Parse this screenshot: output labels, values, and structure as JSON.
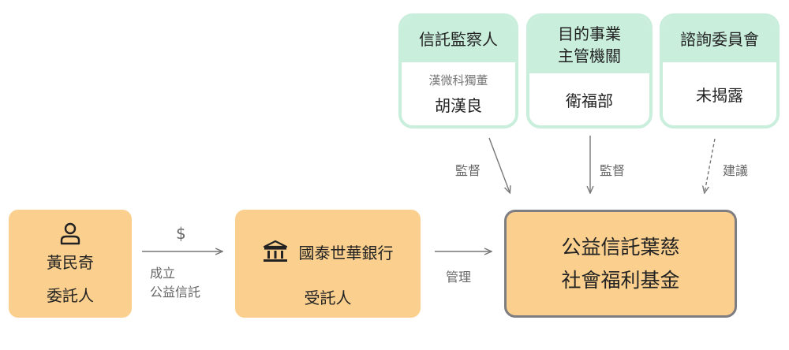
{
  "oversight": [
    {
      "title": "信託監察人",
      "subtitle": "漢微科獨董",
      "value": "胡漢良"
    },
    {
      "title_line1": "目的事業",
      "title_line2": "主管機關",
      "value": "衛福部"
    },
    {
      "title": "諮詢委員會",
      "value": "未揭露"
    }
  ],
  "edges": {
    "supervise_1": "監督",
    "supervise_2": "監督",
    "advise": "建議",
    "money": "$",
    "establish_line1": "成立",
    "establish_line2": "公益信託",
    "manage": "管理"
  },
  "settlor": {
    "name": "黃民奇",
    "role": "委託人",
    "icon": "person-icon"
  },
  "trustee": {
    "name": "國泰世華銀行",
    "role": "受託人",
    "icon": "bank-icon"
  },
  "fund": {
    "line1": "公益信託葉慈",
    "line2": "社會福利基金"
  }
}
